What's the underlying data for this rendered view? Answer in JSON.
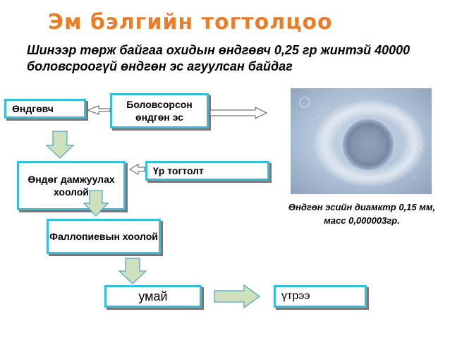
{
  "title": "Эм бэлгийн тогтолцоо",
  "subtitle": "Шинээр төрж байгаа охидын өндгөвч 0,25 гр жинтэй 40000 боловсроогүй өндгөн эс агуулсан байдаг",
  "boxes": {
    "ondgovch": "Өндгөвч",
    "bolovsorson": "Боловсорсон өндгөн эс",
    "ondog_damjuulah": "Өндөг дамжуулах хоолой",
    "ur_togtolt": "Үр тогтолт",
    "fallopi": "Фаллопиевын хоолой",
    "umai": "умай",
    "utree": "үтрээ"
  },
  "photo": {
    "icon": "egg-cell-micrograph",
    "color": "#a4b7cf"
  },
  "caption": "Өндгөн эсийн диамктр 0,15 мм, масс 0,000003гр.",
  "colors": {
    "title": "#e87e2a",
    "box_border": "#33bfe0",
    "arrow_fill": "#cfe0bd",
    "arrow_stroke": "#4aa3c8"
  }
}
